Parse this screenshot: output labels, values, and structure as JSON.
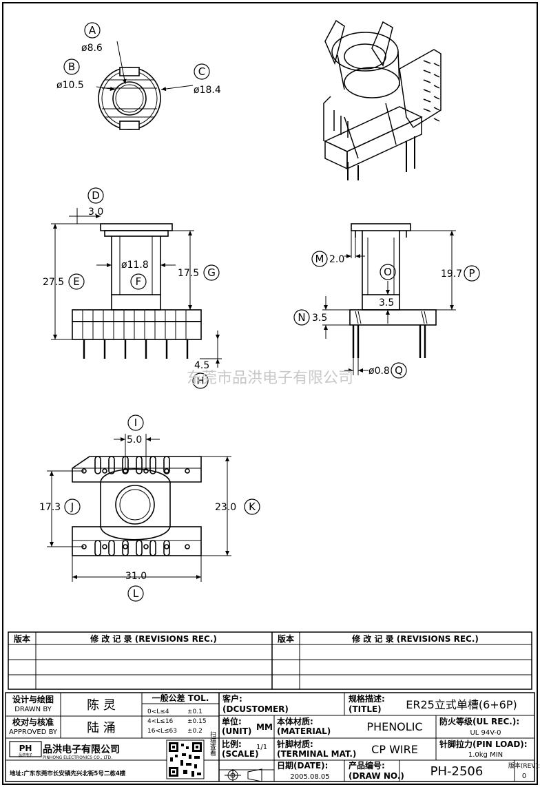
{
  "views": {
    "top": {
      "labels": {
        "A": "A",
        "B": "B",
        "C": "C"
      },
      "dims": {
        "A": "ø8.6",
        "B": "ø10.5",
        "C": "ø18.4"
      }
    },
    "front": {
      "labels": {
        "D": "D",
        "E": "E",
        "F": "F",
        "G": "G",
        "H": "H"
      },
      "dims": {
        "D": "3.0",
        "E": "27.5",
        "F": "ø11.8",
        "G": "17.5",
        "H": "4.5"
      }
    },
    "side": {
      "labels": {
        "M": "M",
        "N": "N",
        "O": "O",
        "P": "P",
        "Q": "Q"
      },
      "dims": {
        "M": "2.0",
        "N": "3.5",
        "O": "3.5",
        "P": "19.7",
        "Q": "ø0.8"
      }
    },
    "bottom": {
      "labels": {
        "I": "I",
        "J": "J",
        "K": "K",
        "L": "L"
      },
      "dims": {
        "I": "5.0",
        "J": "17.3",
        "K": "23.0",
        "L": "31.0"
      }
    }
  },
  "watermark": "东莞市品洪电子有限公司",
  "revisions": {
    "ver_header": "版本",
    "rec_header": "修 改 记 录 (REVISIONS REC.)"
  },
  "title_block": {
    "designer_label_cn": "设计与绘图",
    "designer_label_en": "DRAWN BY",
    "designer_name": "陈 灵",
    "approver_label_cn": "校对与核准",
    "approver_label_en": "APPROVED BY",
    "approver_name": "陆 涌",
    "tol_title": "一般公差 TOL.",
    "tol_rows": [
      {
        "range": "0<L≤4",
        "tol": "±0.1"
      },
      {
        "range": "4<L≤16",
        "tol": "±0.15"
      },
      {
        "range": "16<L≤63",
        "tol": "±0.2"
      }
    ],
    "customer_label_cn": "客户:",
    "customer_label_en": "(DCUSTOMER)",
    "unit_label_cn": "单位:",
    "unit_label_en": "(UNIT)",
    "unit_value": "MM",
    "scale_label_cn": "比例:",
    "scale_label_en": "(SCALE)",
    "scale_value": "1/1",
    "title_label_cn": "规格描述:",
    "title_label_en": "(TITLE)",
    "title_value": "ER25立式单槽(6+6P)",
    "material_label_cn": "本体材质:",
    "material_label_en": "(MATERIAL)",
    "material_value": "PHENOLIC",
    "ul_label": "防火等级(UL REC.):",
    "ul_value": "UL 94V-0",
    "terminal_label_cn": "针脚材质:",
    "terminal_label_en": "(TERMINAL MAT.)",
    "terminal_value": "CP WIRE",
    "pinload_label": "针脚拉力(PIN LOAD):",
    "pinload_value": "1.0kg MIN",
    "date_label": "日期(DATE):",
    "date_value": "2005.08.05",
    "drawno_label_cn": "产品编号:",
    "drawno_label_en": "(DRAW NO.)",
    "drawno_value": "PH-2506",
    "rev_label": "版本(REV):",
    "rev_value": "0",
    "company_logo": "PH",
    "company_logo_sub": "品洪电子",
    "company_cn": "品洪电子有限公司",
    "company_en": "PINHONG ELECTRONICS CO., LTD.",
    "qr_side": "扫描查看",
    "address": "地址:广东东莞市长安镇先兴北街5号二栋4楼"
  }
}
